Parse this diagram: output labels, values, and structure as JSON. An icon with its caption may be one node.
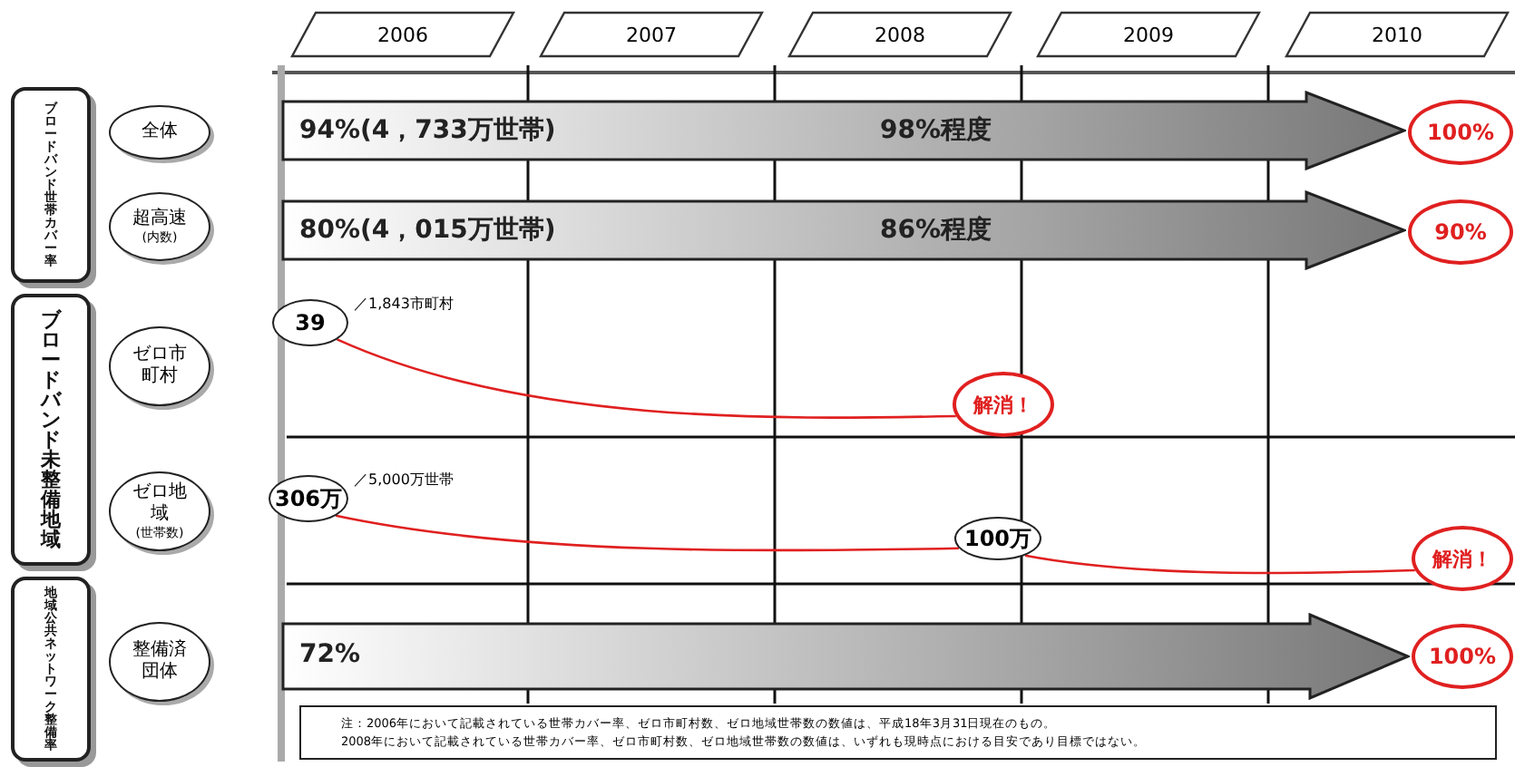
{
  "diagram": {
    "nodes": [
      {
        "text": [
          "ブロードバンド世帯カバー率"
        ]
      },
      {
        "text": [
          "全体"
        ]
      },
      {
        "text": [
          "超高速",
          "(内数)"
        ]
      },
      {
        "text": [
          "ブロードバンド未整備地域"
        ]
      },
      {
        "text": [
          "ゼロ市町村"
        ]
      },
      {
        "text": [
          "ゼロ地域",
          "(世帯数)"
        ]
      },
      {
        "text": [
          "地域公共ネットワーク整備率"
        ]
      },
      {
        "text": [
          "整備済団体"
        ]
      },
      {
        "text": [
          "2006"
        ]
      },
      {
        "text": [
          "2007"
        ]
      },
      {
        "text": [
          "2008"
        ]
      },
      {
        "text": [
          "2009"
        ]
      },
      {
        "text": [
          "2010"
        ]
      },
      {
        "text": [
          "94%(4，733万世帯)",
          "98%程度"
        ]
      },
      {
        "text": [
          "100%"
        ]
      },
      {
        "text": [
          "80%(4，015万世帯)",
          "86%程度"
        ]
      },
      {
        "text": [
          "90%"
        ]
      },
      {
        "text": [
          "39"
        ],
        "beside": [
          "／1,843市町村"
        ]
      },
      {
        "text": [
          "解消！"
        ]
      },
      {
        "text": [
          "306万"
        ],
        "beside": [
          "／5,000万世帯"
        ]
      },
      {
        "text": [
          "100万"
        ]
      },
      {
        "text": [
          "解消！"
        ]
      },
      {
        "text": [
          "72%"
        ]
      },
      {
        "text": [
          "100%"
        ]
      },
      {
        "text": [
          "注：2006年において記載されている世帯カバー率、ゼロ市町村数、ゼロ地域世帯数の数値は、平成18年3月31日現在のもの。",
          "2008年において記載されている世帯カバー率、ゼロ市町村数、ゼロ地域世帯数の数値は、いずれも現時点における目安であり目標ではない。"
        ]
      }
    ],
    "edges": [
      {
        "from": 17,
        "to": 18,
        "arrow": "none",
        "color": "#e02020"
      },
      {
        "from": 19,
        "to": 20,
        "arrow": "none",
        "color": "#e02020"
      },
      {
        "from": 20,
        "to": 21,
        "arrow": "none",
        "color": "#e02020"
      }
    ]
  }
}
